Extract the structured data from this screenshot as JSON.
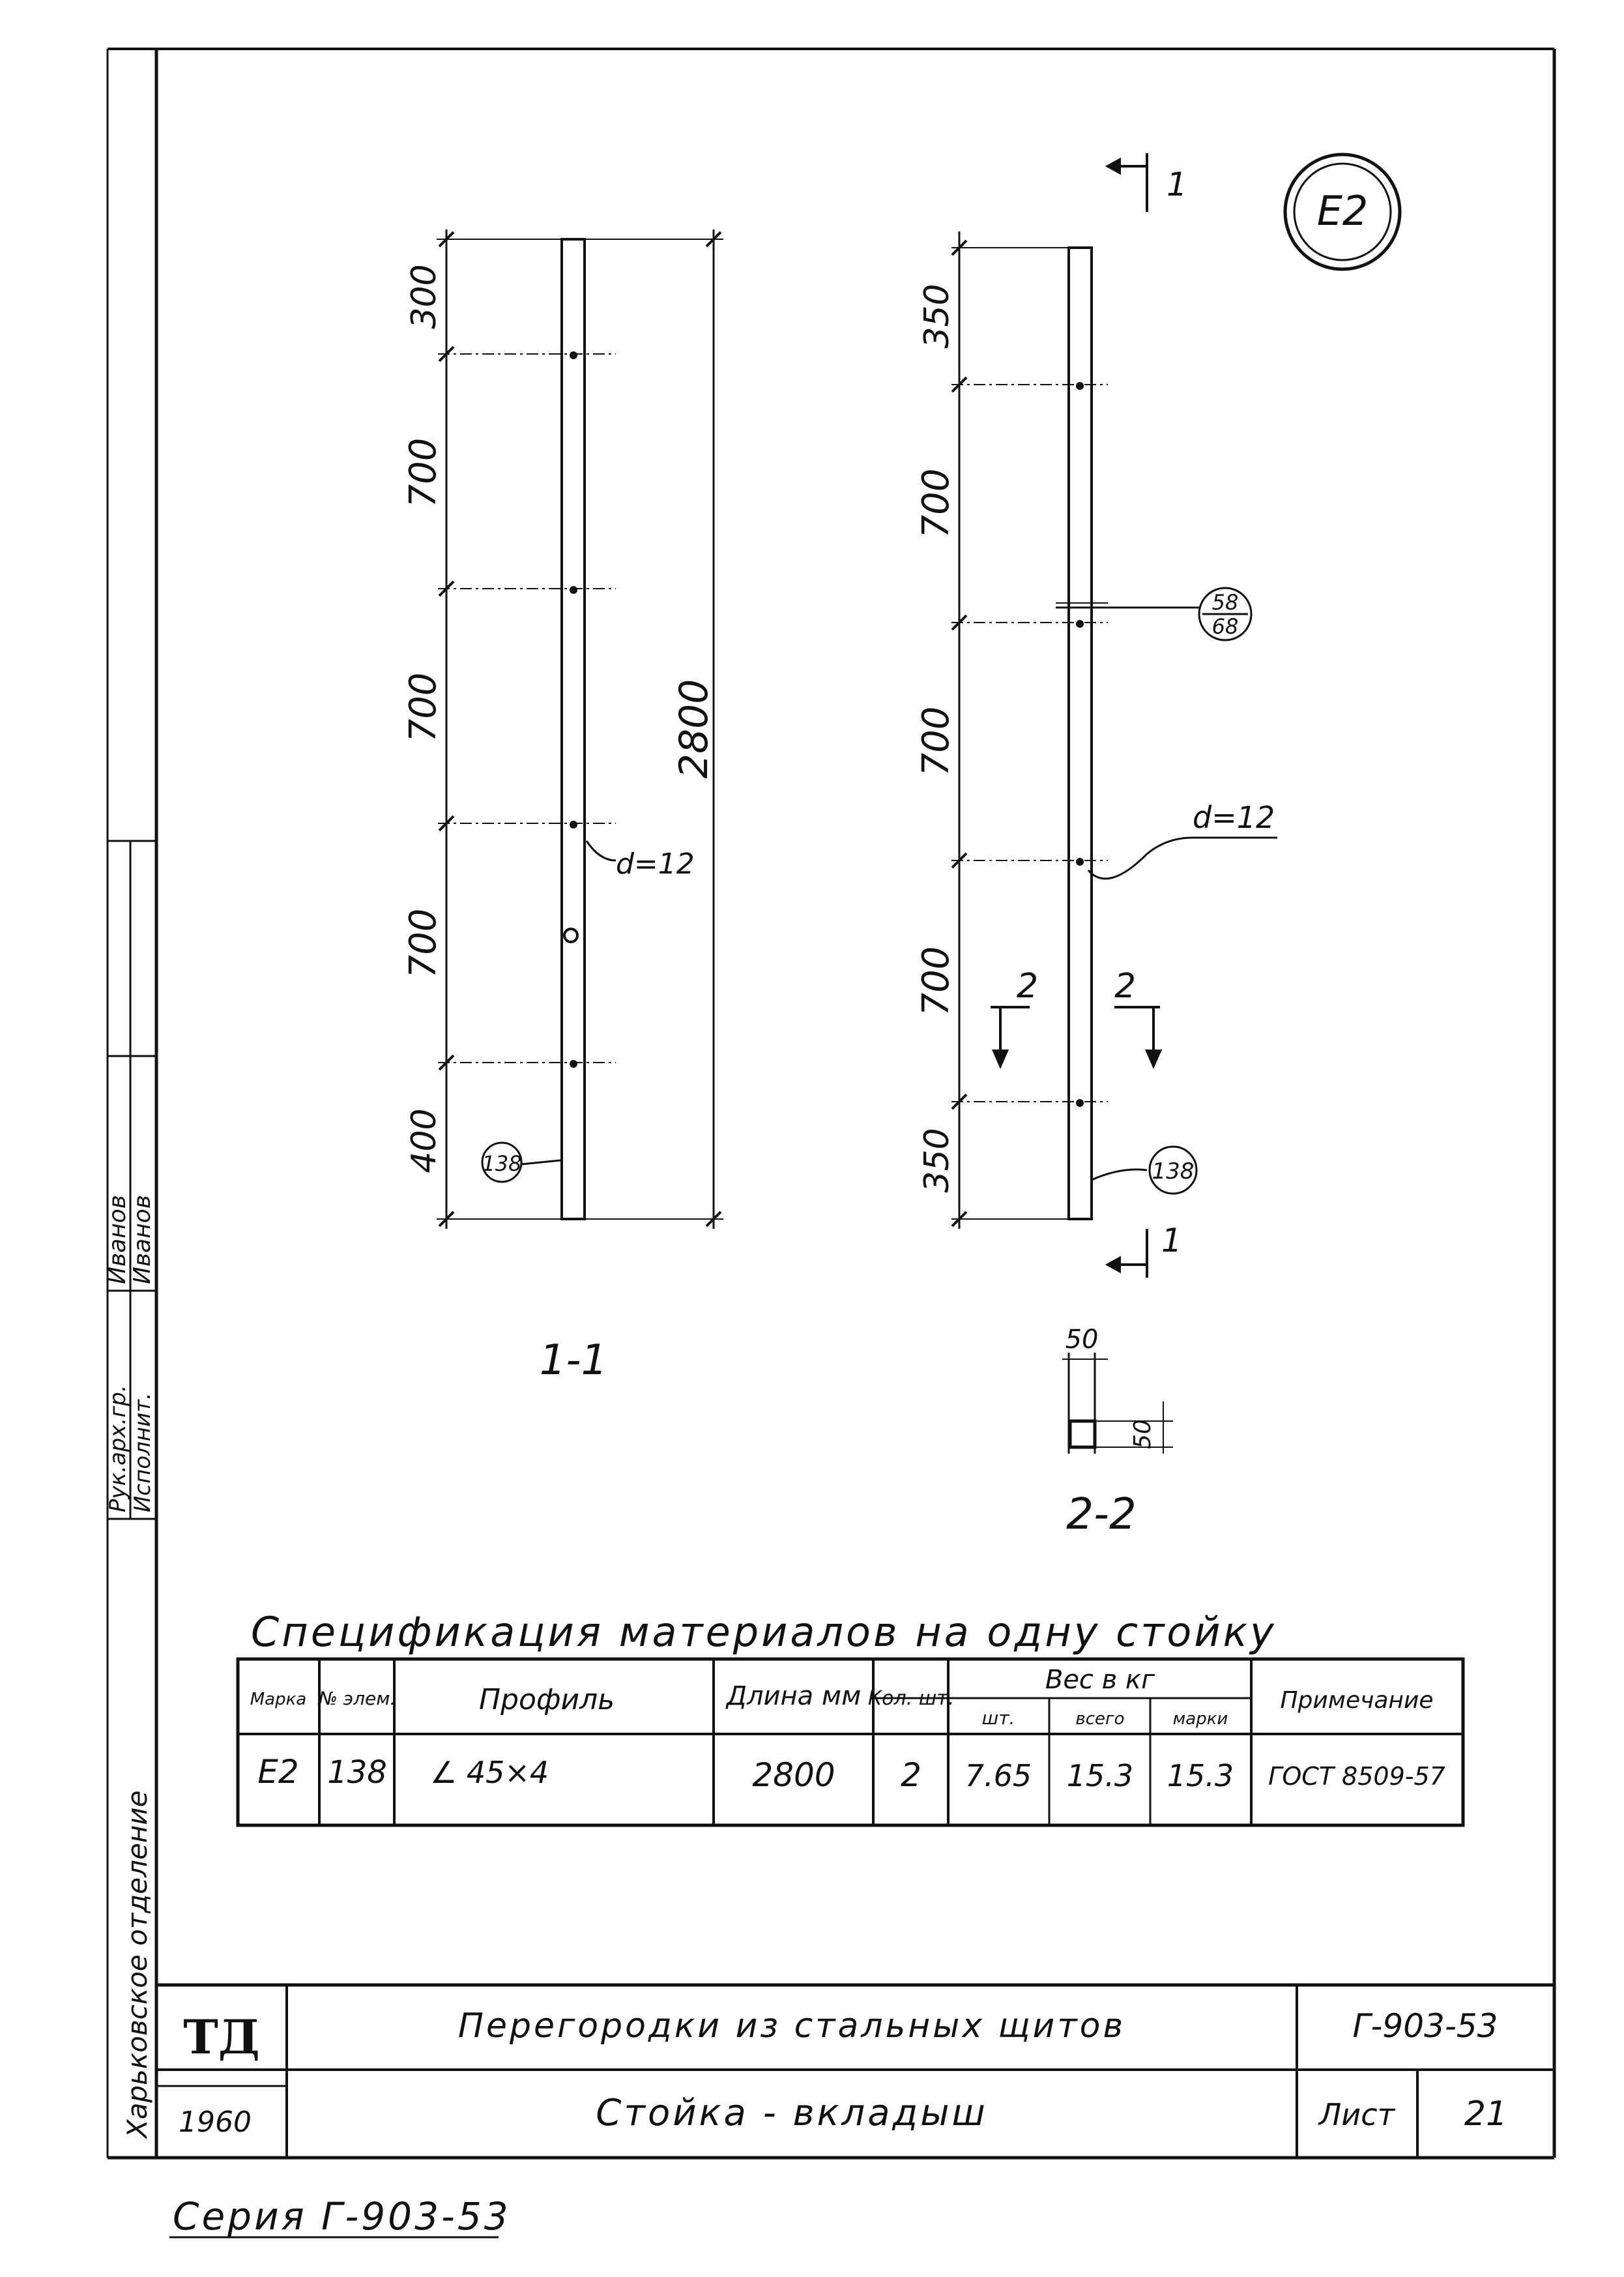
{
  "stamp_badge": "Е2",
  "sheet_side_labels": {
    "org_dept": "Харьковское отделение",
    "role1": "Рук.арх.гр.",
    "name1": "Иванов",
    "role2": "Исполнит.",
    "name2": "Иванов"
  },
  "view_1_1": {
    "label": "1-1",
    "dims": [
      "300",
      "700",
      "700",
      "700",
      "400"
    ],
    "overall": "2800",
    "hole": "d=12",
    "callout": "138"
  },
  "view_right": {
    "dims": [
      "350",
      "700",
      "700",
      "700",
      "350"
    ],
    "hole": "d=12",
    "callout_bottom": "138",
    "callout_fraction_top": "58",
    "callout_fraction_bottom": "68",
    "section_mark_top": "1",
    "section_mark_bottom": "1",
    "section_mark_left": "2",
    "section_mark_right": "2"
  },
  "section_2_2": {
    "label": "2-2",
    "dim_w": "50",
    "dim_h": "50"
  },
  "spec": {
    "title": "Спецификация материалов на одну стойку",
    "headers": {
      "mark": "Марка",
      "num": "№ элем.",
      "profile": "Профиль",
      "length": "Длина мм",
      "qty": "Кол. шт.",
      "weight_group": "Вес в кг",
      "w_unit": "шт.",
      "w_total": "всего",
      "w_mark": "марки",
      "note": "Примечание"
    },
    "rows": [
      {
        "mark": "Е2",
        "num": "138",
        "profile": "∠ 45×4",
        "length": "2800",
        "qty": "2",
        "w_unit": "7.65",
        "w_total": "15.3",
        "w_mark": "15.3",
        "note": "ГОСТ 8509-57"
      }
    ]
  },
  "title_block": {
    "logo_text": "ТД",
    "year": "1960",
    "project": "Перегородки из стальных щитов",
    "drawing": "Стойка - вкладыш",
    "series_code": "Г-903-53",
    "sheet_label": "Лист",
    "sheet_number": "21"
  },
  "footer_series": "Серия Г-903-53"
}
